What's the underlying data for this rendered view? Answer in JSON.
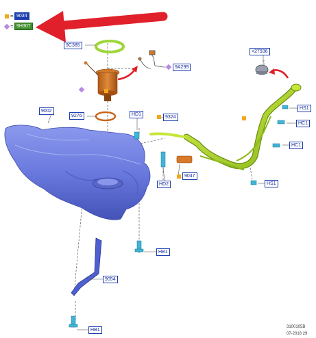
{
  "legend": [
    {
      "symbol": "square",
      "code": "9034",
      "color": "#f1a81e"
    },
    {
      "symbol": "diamond",
      "code": "9H307",
      "color": "#b58ae0"
    }
  ],
  "callouts": {
    "c9c385": "9C385",
    "c9a299": "9A299",
    "c27936": "<27936",
    "c9002": "9002",
    "c9276": "9276",
    "chd1": "HD1",
    "c9324": "9324",
    "chs1a": "HS1",
    "chc1a": "HC1",
    "chc1b": "HC1",
    "c9047": "9047",
    "chd2": "HD2",
    "chs1b": "HS1",
    "chb1a": "HB1",
    "c9054": "9054",
    "chb1b": "HB1"
  },
  "footer": {
    "code": "3100105B",
    "date": "07-2018 29"
  },
  "colors": {
    "tank": "#6f7fe0",
    "filler_pipe": "#b8e02a",
    "pump": "#c7661c",
    "arrow": "#e0202a",
    "callout_border": "#1d3fae"
  }
}
